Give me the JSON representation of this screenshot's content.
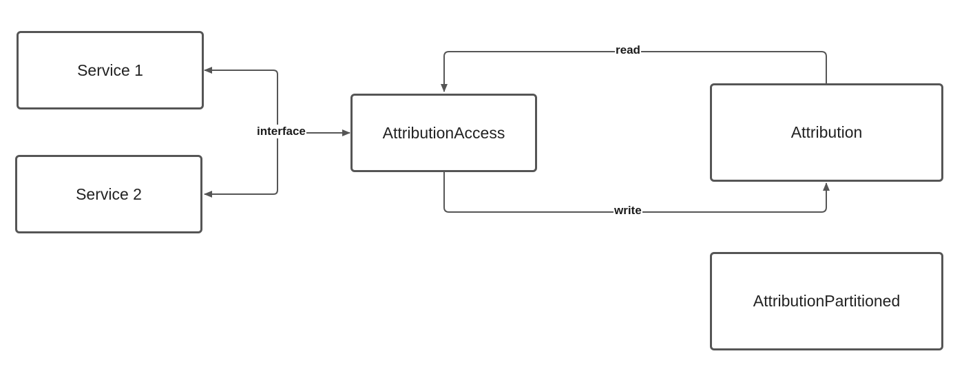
{
  "diagram": {
    "nodes": {
      "service1": "Service 1",
      "service2": "Service 2",
      "attribution_access": "AttributionAccess",
      "attribution": "Attribution",
      "attribution_partitioned": "AttributionPartitioned"
    },
    "edges": {
      "interface": "interface",
      "read": "read",
      "write": "write"
    },
    "colors": {
      "stroke": "#555555",
      "text": "#222222",
      "background": "#ffffff"
    }
  }
}
